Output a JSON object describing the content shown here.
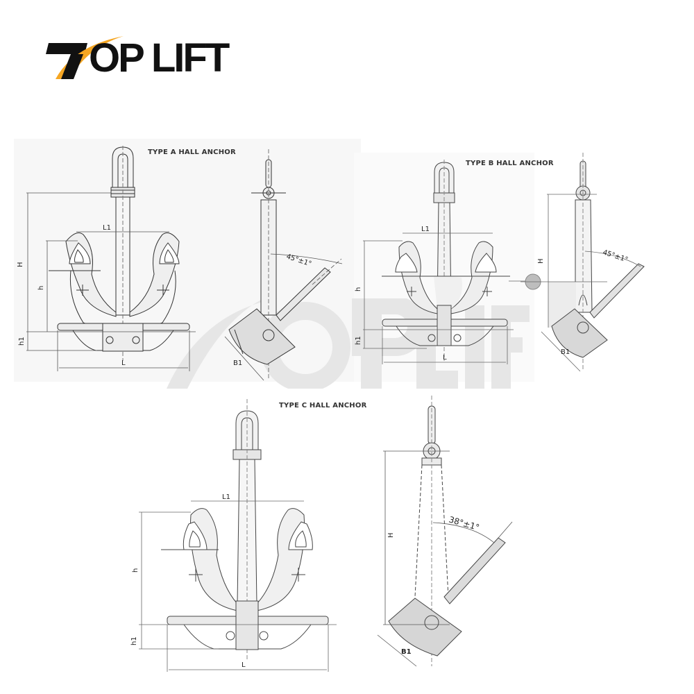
{
  "logo": {
    "brand": "TOPLIFT",
    "text_part1": "T",
    "text_part2": "OP LIFT",
    "swoosh_color": "#f5a623",
    "text_color": "#111111"
  },
  "watermark": {
    "text": "TOPLIFT",
    "color": "#e3e3e3"
  },
  "diagrams": [
    {
      "id": "type-a",
      "title": "TYPE A HALL ANCHOR",
      "front_view": {
        "labels": {
          "height": "H",
          "fluke_height": "h",
          "base_height": "h1",
          "length": "L",
          "fluke_span": "L1"
        }
      },
      "side_view": {
        "angle": "45°±1°",
        "labels": {
          "width": "B1"
        }
      }
    },
    {
      "id": "type-b",
      "title": "TYPE B HALL ANCHOR",
      "front_view": {
        "labels": {
          "fluke_height": "h",
          "base_height": "h1",
          "length": "L",
          "fluke_span": "L1"
        }
      },
      "side_view": {
        "angle": "45°±1°",
        "labels": {
          "height": "H",
          "width": "B1"
        }
      }
    },
    {
      "id": "type-c",
      "title": "TYPE C HALL ANCHOR",
      "front_view": {
        "labels": {
          "fluke_height": "h",
          "base_height": "h1",
          "length": "L",
          "fluke_span": "L1"
        }
      },
      "side_view": {
        "angle": "38°±1°",
        "labels": {
          "height": "H",
          "width": "B1"
        }
      }
    }
  ]
}
